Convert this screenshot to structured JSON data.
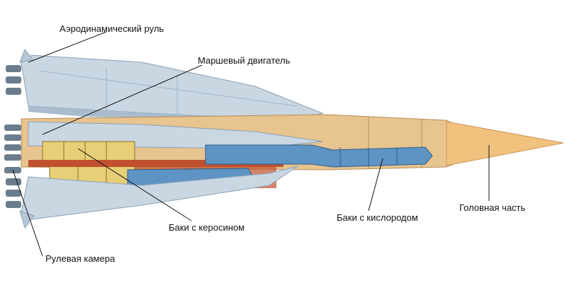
{
  "diagram": {
    "labels": {
      "aero_rudder": "Аэродинамический руль",
      "main_engine": "Маршевый двигатель",
      "kerosene_tanks": "Баки с керосином",
      "oxygen_tanks": "Баки с кислородом",
      "nose_section": "Головная часть",
      "vernier_chamber": "Рулевая камера"
    },
    "colors": {
      "booster_body": "#c9d7e3",
      "booster_shade": "#a9bccd",
      "core_body": "#e8c48e",
      "nose": "#f1c27d",
      "oxygen_tank": "#5d94c4",
      "kerosene_tank": "#e7cf78",
      "interior_red": "#c0502e",
      "leader_line": "#111111"
    }
  }
}
